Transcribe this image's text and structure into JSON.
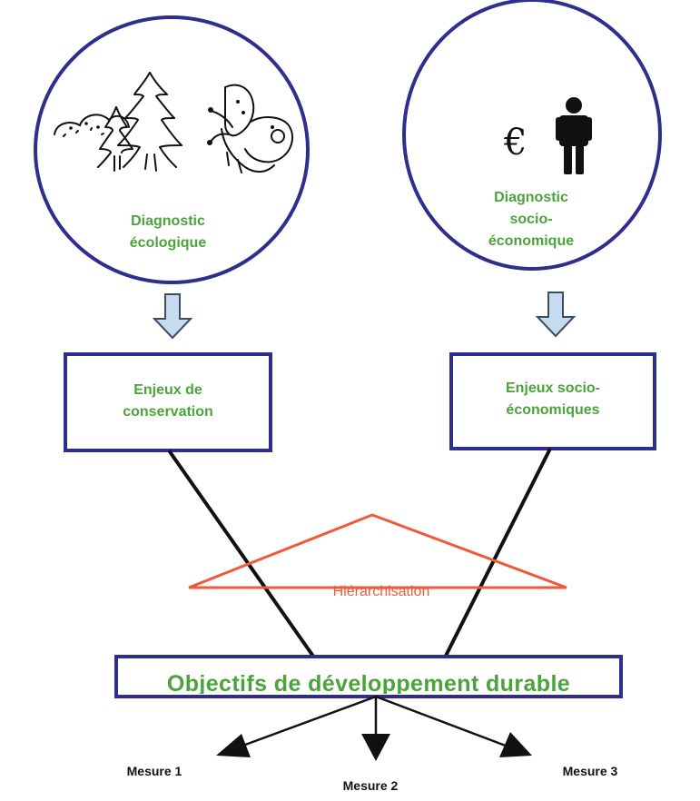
{
  "nodes": {
    "diagnostic_ecologique": "Diagnostic\nécologique",
    "diagnostic_socio_economique": "Diagnostic\nsocio-\néconomique",
    "enjeux_conservation": "Enjeux de\nconservation",
    "enjeux_socio_economiques": "Enjeux socio-\néconomiques",
    "hierarchisation": "Hiérarchisation",
    "objectifs": "Objectifs de développement durable",
    "mesure_1": "Mesure 1",
    "mesure_2": "Mesure 2",
    "mesure_3": "Mesure 3"
  },
  "symbols": {
    "euro": "€"
  },
  "icons": {
    "ecology": [
      "bush-icon",
      "fir-tree-icon",
      "small-tree-icon",
      "butterfly-icon"
    ],
    "socio": [
      "euro-icon",
      "person-icon"
    ]
  },
  "colors": {
    "circle_stroke": "#2e2e8c",
    "box_stroke": "#2e2e8c",
    "label_green": "#4aa43a",
    "hierarchy_red": "#f05a3a",
    "arrow_fill": "#c7dbef",
    "arrow_stroke": "#3c4e66",
    "line": "#111111"
  }
}
